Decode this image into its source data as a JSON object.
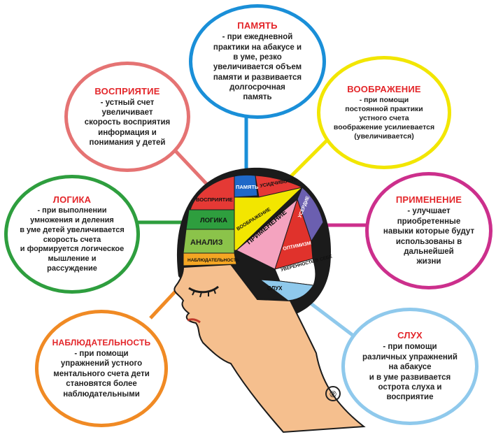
{
  "bubbles": {
    "pamyat": {
      "title": "ПАМЯТЬ",
      "text": "- при ежедневной\nпрактики на абакусе и\nв уме, резко\nувеличивается объем\nпамяти и развивается\nдолгосрочная\nпамять",
      "color": "#1a8fd8"
    },
    "vospriyatie": {
      "title": "ВОСПРИЯТИЕ",
      "text": "- устный счет\nувеличивает\nскорость восприятия\nинформация и\nпонимания у детей",
      "color": "#e57373"
    },
    "voobrazhenie": {
      "title": "ВООБРАЖЕНИЕ",
      "text": "- при помощи\nпостоянной практики\nустного счета\nвоображение усилиевается\n(увеличивается)",
      "color": "#f2e600"
    },
    "logika": {
      "title": "ЛОГИКА",
      "text": "- при выполнении\nумножения и деления\nв уме детей увеличивается\nскорость счета\nи формируется логическое\nмышление и\nрассуждение",
      "color": "#2e9e3e"
    },
    "primenenie": {
      "title": "ПРИМЕНЕНИЕ",
      "text": "- улучшает\nприобретенные\nнавыки которые будут\nиспользованы в\nдальнейшей\nжизни",
      "color": "#cc2f8c"
    },
    "nablyud": {
      "title": "НАБЛЮДАТЕЛЬНОСТЬ",
      "text": "- при помощи\nупражнений устного\nментального счета дети\nстановятся более\nнаблюдательными",
      "color": "#f08a24"
    },
    "sluh": {
      "title": "СЛУХ",
      "text": "- при помощи\nразличных упражнений\nна абакусе\nи в уме развивается\nострота слуха и\nвосприятие",
      "color": "#8fc9ec"
    }
  },
  "segments": {
    "vospriyatie": "ВОСПРИЯТИЕ",
    "pamyat": "ПАМЯТЬ",
    "usidchivost": "УСИДЧИВОСТЬ",
    "logika": "ЛОГИКА",
    "voobrazhenie": "ВООБРАЖЕНИЕ",
    "userdie": "УСЕРДИЕ",
    "analiz": "АНАЛИЗ",
    "primenenie": "ПРИМЕНЕНИЕ",
    "optimizm": "ОПТИМИЗМ",
    "nablyud": "НАБЛЮДАТЕЛЬНОСТЬ",
    "uverennost": "УВЕРЕННОСТЬ В СЕБЕ",
    "sluh": "СЛУХ"
  },
  "registered_mark": "®"
}
